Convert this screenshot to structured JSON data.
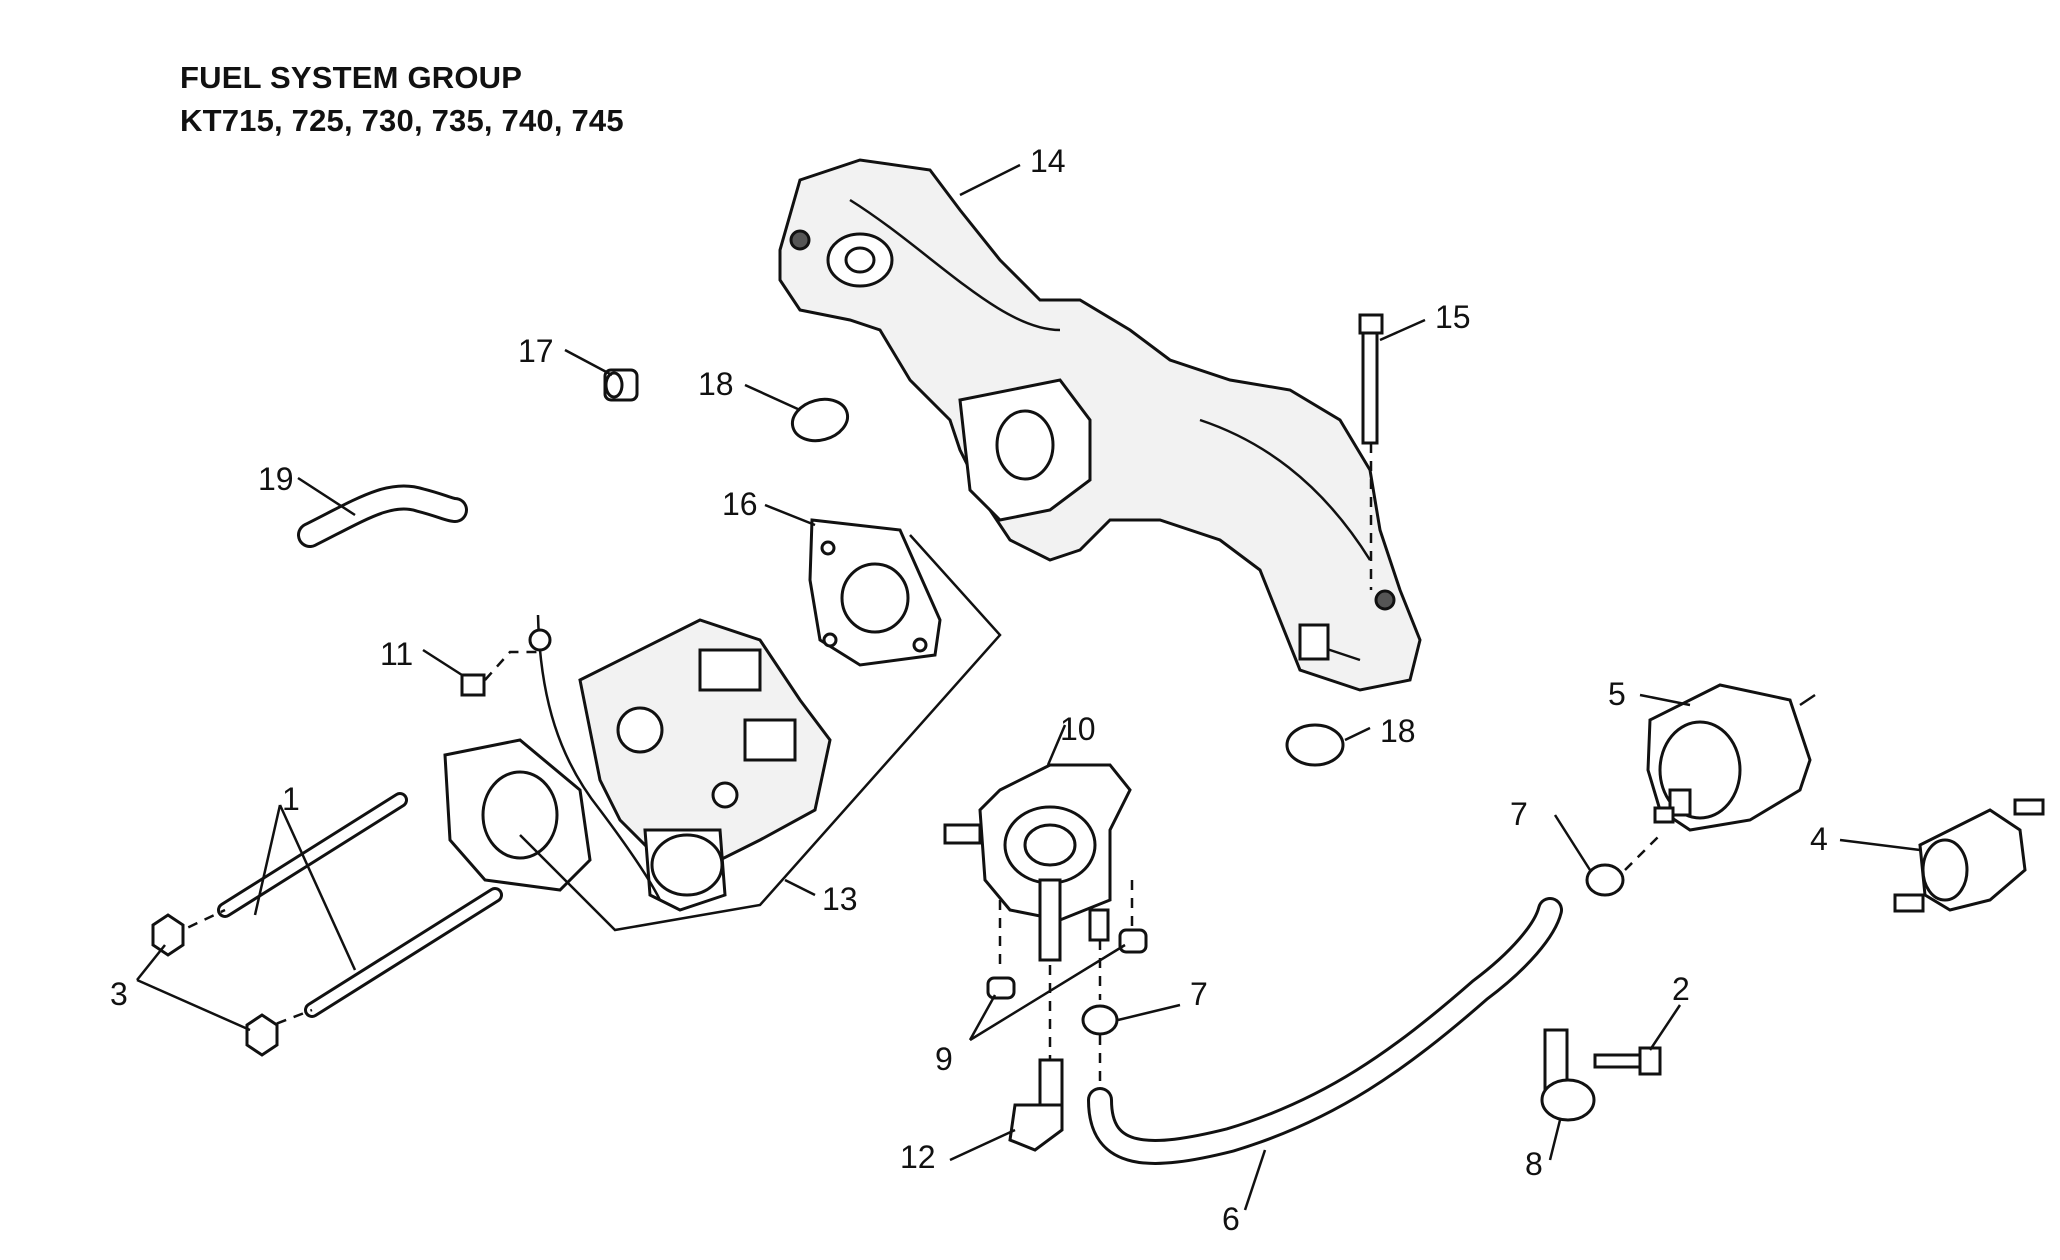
{
  "title": {
    "line1": "FUEL SYSTEM GROUP",
    "line2": "KT715, 725, 730, 735, 740, 745"
  },
  "callouts": {
    "c1": "1",
    "c2": "2",
    "c3": "3",
    "c4": "4",
    "c5": "5",
    "c6": "6",
    "c7a": "7",
    "c7b": "7",
    "c8": "8",
    "c9": "9",
    "c10": "10",
    "c11": "11",
    "c12": "12",
    "c13": "13",
    "c14": "14",
    "c15": "15",
    "c16": "16",
    "c17": "17",
    "c18a": "18",
    "c18b": "18",
    "c19": "19"
  },
  "parts": {
    "p14": "intake-manifold",
    "p15": "bolt",
    "p16": "gasket",
    "p17": "nut",
    "p18": "o-ring",
    "p19": "vent-hose",
    "p13": "carburetor-assembly",
    "p11": "screw",
    "p1": "stud",
    "p3": "nut",
    "p10": "fuel-pump",
    "p9": "screw",
    "p7": "hose-clamp",
    "p12": "elbow-fitting",
    "p6": "fuel-line",
    "p5": "fuel-filter",
    "p4": "inline-fuel-filter",
    "p8": "line-clip",
    "p2": "screw"
  }
}
